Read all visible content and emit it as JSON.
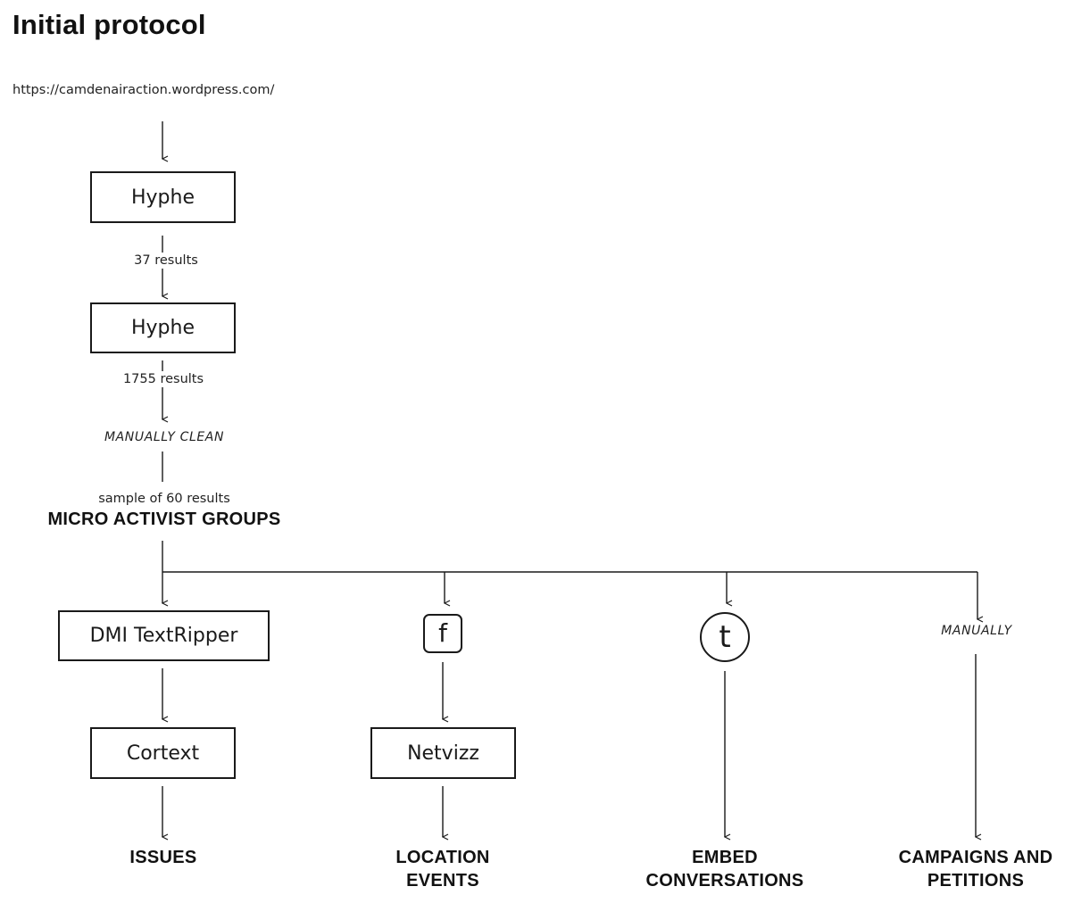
{
  "title": "Initial protocol",
  "source_url": "https://camdenairaction.wordpress.com/",
  "nodes": {
    "hyphe_1": "Hyphe",
    "hyphe_2": "Hyphe",
    "textripper": "DMI TextRipper",
    "cortext": "Cortext",
    "netvizz": "Netvizz"
  },
  "edge_labels": {
    "results_37": "37 results",
    "results_1755": "1755 results",
    "manually_clean": "MANUALLY CLEAN",
    "sample": "sample of 60 results",
    "manually": "MANUALLY"
  },
  "group_heading": "MICRO ACTIVIST GROUPS",
  "icons": {
    "facebook": {
      "name": "facebook-icon",
      "glyph": "f"
    },
    "twitter": {
      "name": "twitter-icon",
      "glyph": "t"
    }
  },
  "outcomes": {
    "issues": [
      "ISSUES"
    ],
    "location_events": [
      "LOCATION",
      "EVENTS"
    ],
    "embed_conversations": [
      "EMBED",
      "CONVERSATIONS"
    ],
    "campaigns_petitions": [
      "CAMPAIGNS AND",
      "PETITIONS"
    ]
  },
  "colors": {
    "ink": "#1a1a1a",
    "background": "#ffffff"
  }
}
